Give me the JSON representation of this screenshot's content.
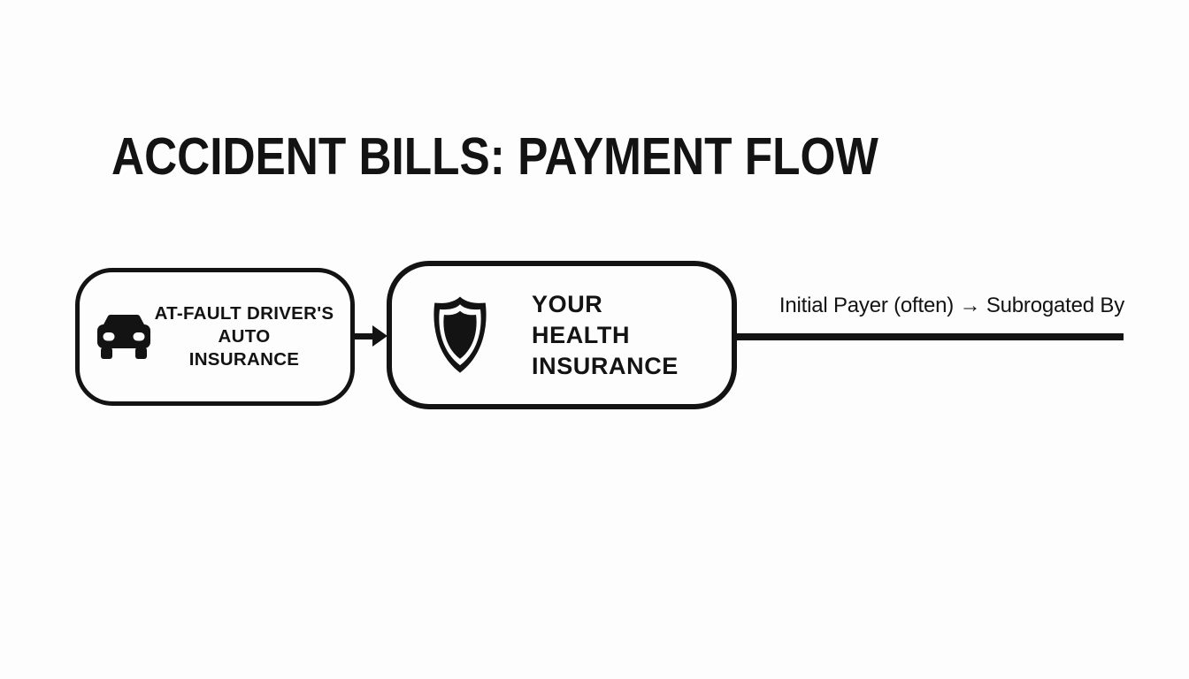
{
  "colors": {
    "ink": "#131313",
    "background": "#fdfdfd"
  },
  "title": "ACCIDENT BILLS: PAYMENT FLOW",
  "flow": {
    "nodes": [
      {
        "id": "at-fault-auto-insurance",
        "icon": "car-icon",
        "lines": [
          "AT-FAULT DRIVER'S",
          "AUTO",
          "INSURANCE"
        ]
      },
      {
        "id": "your-health-insurance",
        "icon": "shield-icon",
        "lines": [
          "YOUR",
          "HEALTH",
          "INSURANCE"
        ]
      }
    ],
    "edge_label": "Initial Payer (often) → Subrogated By"
  }
}
